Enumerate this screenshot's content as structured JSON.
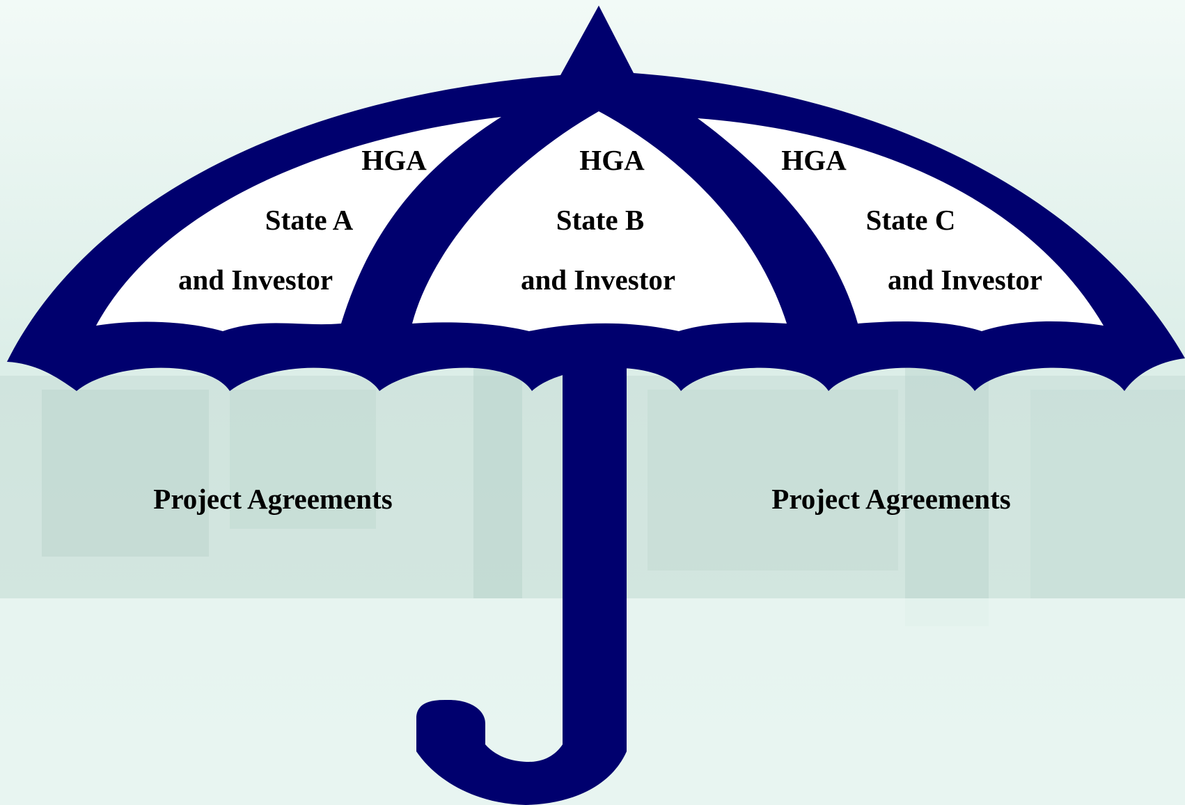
{
  "diagram": {
    "type": "umbrella",
    "colors": {
      "umbrella": "#00006e",
      "canopy_fill": "#ffffff",
      "background_tint": "#dcefe9",
      "label_text": "#000000"
    },
    "canopy_sections": [
      {
        "line1": "HGA",
        "line2": "State A",
        "line3": "and Investor"
      },
      {
        "line1": "HGA",
        "line2": "State B",
        "line3": "and Investor"
      },
      {
        "line1": "HGA",
        "line2": "State C",
        "line3": "and Investor"
      }
    ],
    "below_labels": {
      "left": "Project Agreements",
      "right": "Project Agreements"
    }
  }
}
